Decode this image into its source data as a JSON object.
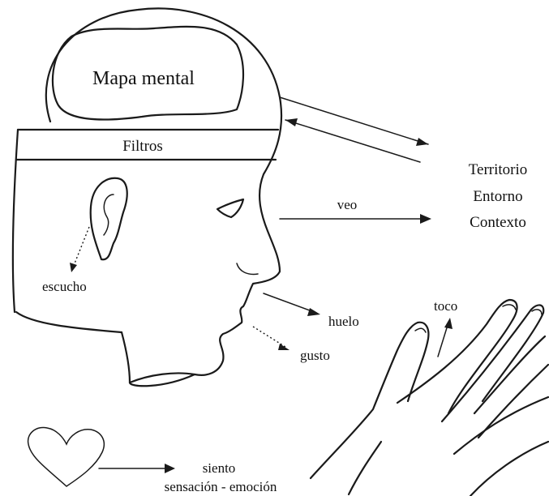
{
  "labels": {
    "mental_map": "Mapa mental",
    "filters": "Filtros",
    "territory": "Territorio",
    "environment": "Entorno",
    "context": "Contexto",
    "see": "veo",
    "hear": "escucho",
    "smell": "huelo",
    "taste": "gusto",
    "touch": "toco",
    "feel": "siento",
    "sensation_emotion": "sensación - emoción"
  },
  "colors": {
    "ink": "#1a1a1a",
    "background": "#ffffff"
  }
}
